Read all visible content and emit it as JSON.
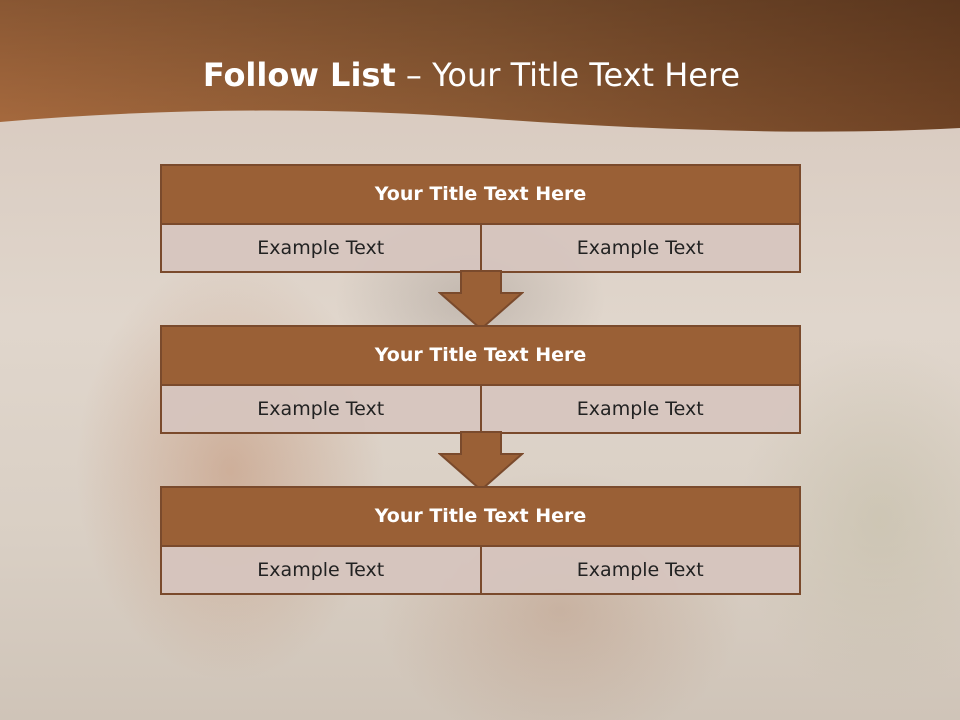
{
  "slide": {
    "title_bold": "Follow List",
    "title_dash": " – ",
    "title_rest": "Your Title Text Here"
  },
  "blocks": [
    {
      "title": "Your Title Text Here",
      "cells": [
        "Example Text",
        "Example Text"
      ]
    },
    {
      "title": "Your Title Text Here",
      "cells": [
        "Example Text",
        "Example Text"
      ]
    },
    {
      "title": "Your Title Text Here",
      "cells": [
        "Example Text",
        "Example Text"
      ]
    }
  ],
  "colors": {
    "header_band": "#8a5530",
    "block_title_fill": "#9a6036",
    "cell_fill": "#d6c4be",
    "border": "#7a4a2c",
    "arrow_fill": "#9a6036"
  }
}
